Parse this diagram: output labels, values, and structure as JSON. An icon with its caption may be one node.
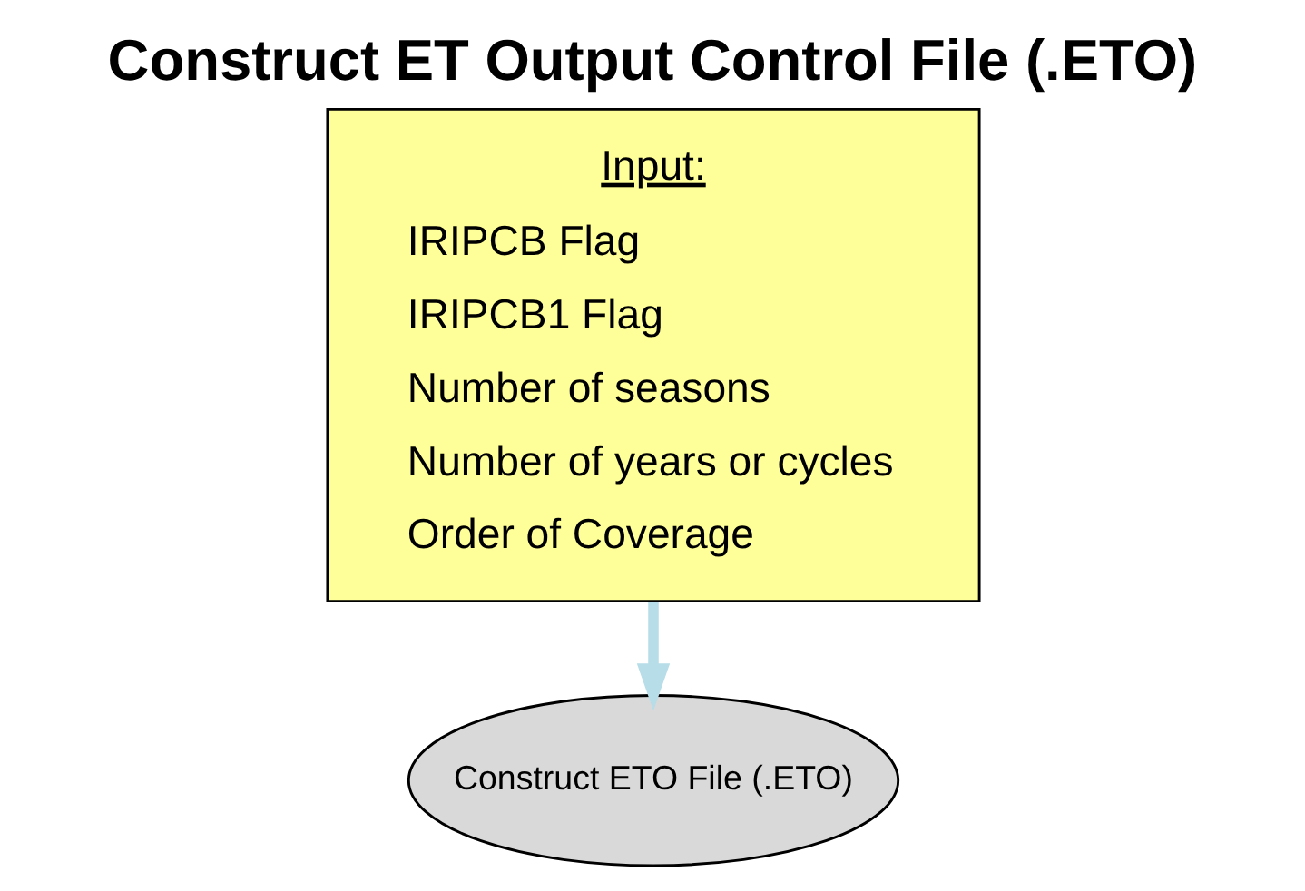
{
  "diagram": {
    "title": "Construct ET Output Control File (.ETO)",
    "nodes": [
      {
        "text": [
          "Input:",
          "IRIPCB Flag",
          "IRIPCB1 Flag",
          "Number of seasons",
          "Number of years or cycles",
          "Order of Coverage"
        ]
      },
      {
        "text": [
          "Construct ETO File (.ETO)"
        ]
      }
    ],
    "edges": [
      {
        "from": 0,
        "to": 1,
        "arrow": "to",
        "color": "#b7dde8"
      }
    ]
  }
}
